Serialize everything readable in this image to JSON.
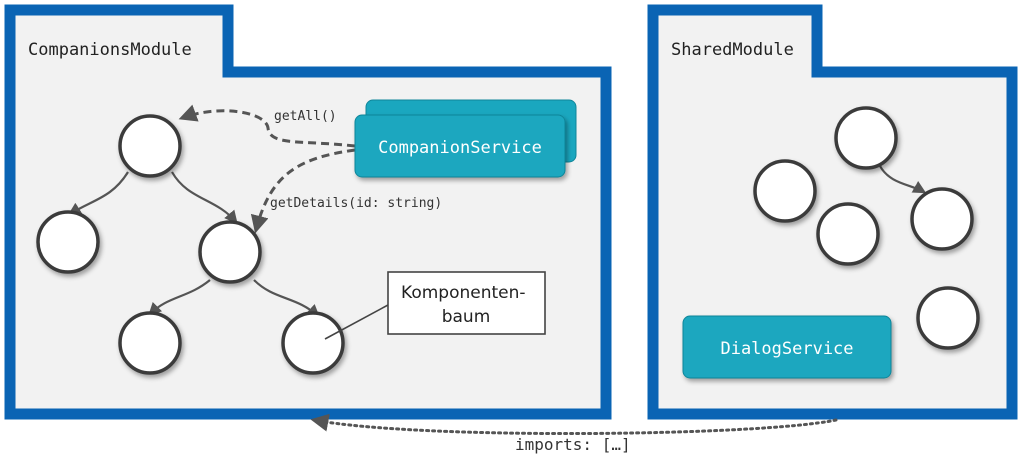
{
  "modules": {
    "companions": {
      "name": "CompanionsModule"
    },
    "shared": {
      "name": "SharedModule"
    }
  },
  "services": {
    "companion": "CompanionService",
    "dialog": "DialogService"
  },
  "edge_labels": {
    "get_all": "getAll()",
    "get_details": "getDetails(id: string)",
    "imports": "imports: […]"
  },
  "callout": {
    "line1": "Komponenten-",
    "line2": "baum"
  },
  "colors": {
    "module_border": "#0a64b4",
    "module_fill": "#f2f2f2",
    "service_fill": "#1aa7bf",
    "service_text": "#ffffff",
    "node_fill": "#ffffff",
    "node_stroke": "#3a3a3a",
    "arrow": "#555555"
  }
}
